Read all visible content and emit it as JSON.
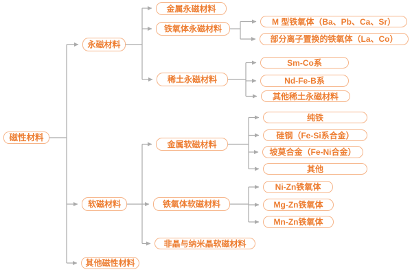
{
  "diagram": {
    "type": "mind-map-tree",
    "direction": "left-to-right"
  },
  "colors": {
    "node_text": "#ED7D31",
    "node_border": "#F6B488",
    "connector": "#ABABAB",
    "background": "#FFFFFF"
  },
  "tree": {
    "label": "磁性材料",
    "children": [
      {
        "label": "永磁材料",
        "children": [
          {
            "label": "金属永磁材料",
            "children": []
          },
          {
            "label": "铁氧体永磁材料",
            "children": [
              {
                "label": "M 型铁氧体（Ba、Pb、Ca、Sr）"
              },
              {
                "label": "部分离子置换的铁氧体（La、Co）"
              }
            ]
          },
          {
            "label": "稀土永磁材料",
            "children": [
              {
                "label": "Sm-Co系"
              },
              {
                "label": "Nd-Fe-B系"
              },
              {
                "label": "其他稀土永磁材料"
              }
            ]
          }
        ]
      },
      {
        "label": "软磁材料",
        "children": [
          {
            "label": "金属软磁材料",
            "children": [
              {
                "label": "纯铁"
              },
              {
                "label": "硅钢（Fe-Si系合金）"
              },
              {
                "label": "坡莫合金（Fe-Ni合金）"
              },
              {
                "label": "其他"
              }
            ]
          },
          {
            "label": "铁氧体软磁材料",
            "children": [
              {
                "label": "Ni-Zn铁氧体"
              },
              {
                "label": "Mg-Zn铁氧体"
              },
              {
                "label": "Mn-Zn铁氧体"
              }
            ]
          },
          {
            "label": "非晶与纳米晶软磁材料",
            "children": []
          }
        ]
      },
      {
        "label": "其他磁性材料",
        "children": []
      }
    ]
  }
}
